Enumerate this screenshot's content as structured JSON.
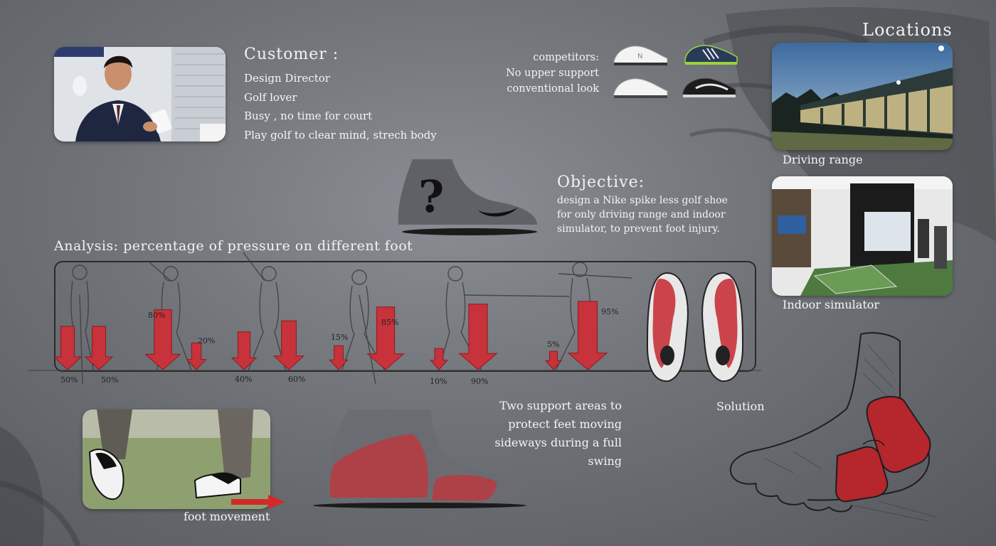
{
  "customer": {
    "title": "Customer :",
    "lines": [
      "Design Director",
      "Golf lover",
      "Busy , no time for court",
      "Play golf to clear mind, strech body"
    ]
  },
  "competitors": {
    "lines": [
      "competitors:",
      "No upper support",
      "conventional look"
    ]
  },
  "locations": {
    "title": "Locations",
    "driving_range": "Driving range",
    "indoor_simulator": "Indoor simulator"
  },
  "objective": {
    "title": "Objective:",
    "lines": [
      "design a Nike spike less golf shoe",
      "for only driving range and indoor",
      "simulator, to prevent foot injury."
    ]
  },
  "analysis": {
    "title": "Analysis: percentage of pressure on different foot",
    "phases": [
      {
        "left": "50%",
        "right": "50%"
      },
      {
        "left": "80%",
        "right": "20%"
      },
      {
        "left": "40%",
        "right": "60%"
      },
      {
        "left": "15%",
        "right": "85%"
      },
      {
        "left": "10%",
        "right": "90%"
      },
      {
        "left": "5%",
        "right": "95%"
      }
    ]
  },
  "support": {
    "lines": [
      "Two support areas to",
      "protect feet moving",
      "sideways during a full",
      "swing"
    ]
  },
  "foot_movement": "foot movement",
  "solution": "Solution",
  "colors": {
    "accent_red": "#c8323a",
    "panel": "#6c6e73",
    "text": "#f2f2f2"
  }
}
